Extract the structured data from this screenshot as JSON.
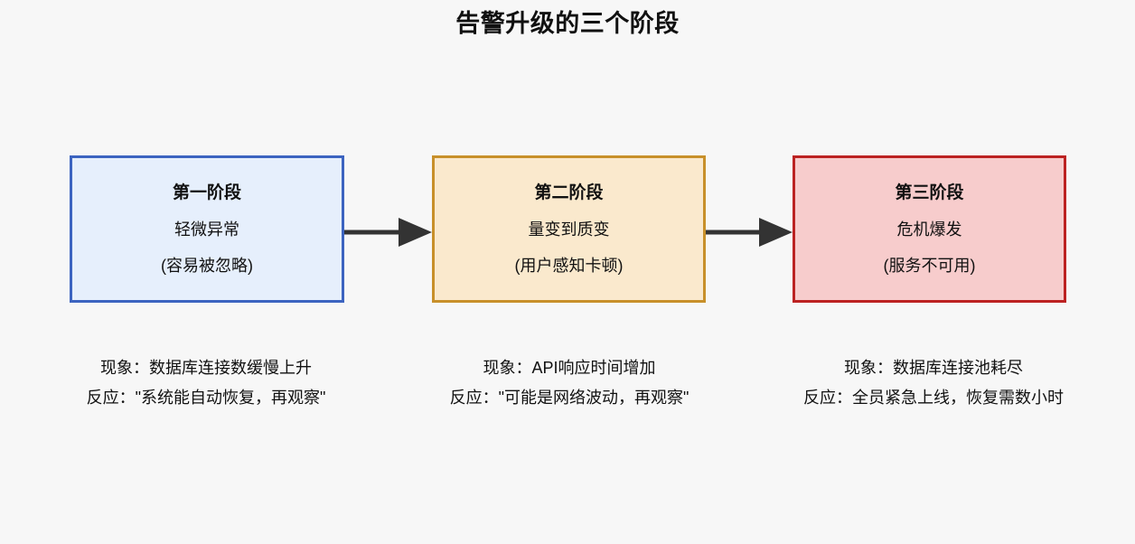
{
  "title": "告警升级的三个阶段",
  "background_color": "#f7f7f7",
  "arrow_color": "#333333",
  "stages": [
    {
      "id": "stage-1",
      "title": "第一阶段",
      "subtitle": "轻微异常",
      "note": "(容易被忽略)",
      "border_color": "#3c64c0",
      "fill_color": "#e6effc",
      "phenomenon": "现象：数据库连接数缓慢上升",
      "reaction": "反应：\"系统能自动恢复，再观察\""
    },
    {
      "id": "stage-2",
      "title": "第二阶段",
      "subtitle": "量变到质变",
      "note": "(用户感知卡顿)",
      "border_color": "#c8902a",
      "fill_color": "#fae9cd",
      "phenomenon": "现象：API响应时间增加",
      "reaction": "反应：\"可能是网络波动，再观察\""
    },
    {
      "id": "stage-3",
      "title": "第三阶段",
      "subtitle": "危机爆发",
      "note": "(服务不可用)",
      "border_color": "#bc2222",
      "fill_color": "#f7cccc",
      "phenomenon": "现象：数据库连接池耗尽",
      "reaction": "反应：全员紧急上线，恢复需数小时"
    }
  ],
  "arrows": [
    {
      "id": "arrow-1-2",
      "from": "stage-1",
      "to": "stage-2",
      "label": ""
    },
    {
      "id": "arrow-2-3",
      "from": "stage-2",
      "to": "stage-3",
      "label": ""
    }
  ]
}
